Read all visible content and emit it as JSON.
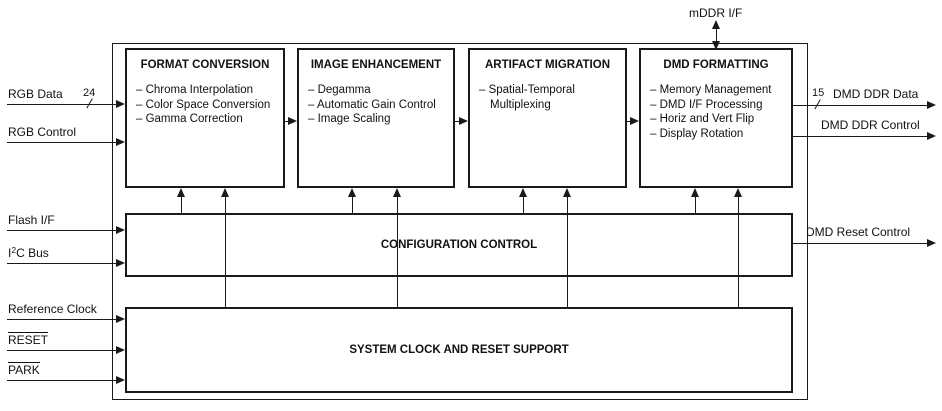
{
  "external": {
    "mddr_label": "mDDR I/F"
  },
  "inputs": {
    "rgb_data": "RGB Data",
    "rgb_data_bus": "24",
    "rgb_control": "RGB Control",
    "flash": "Flash I/F",
    "i2c_pre": "I",
    "i2c_sup": "2",
    "i2c_post": "C Bus",
    "ref_clock": "Reference Clock",
    "reset": "RESET",
    "park": "PARK"
  },
  "outputs": {
    "ddr_data": "DMD DDR Data",
    "ddr_data_bus": "15",
    "ddr_control": "DMD DDR Control",
    "reset_control": "DMD Reset Control"
  },
  "blocks": {
    "format_conversion": {
      "title": "FORMAT CONVERSION",
      "items": [
        "– Chroma Interpolation",
        "– Color Space Conversion",
        "– Gamma Correction"
      ]
    },
    "image_enhancement": {
      "title": "IMAGE ENHANCEMENT",
      "items": [
        "– Degamma",
        "– Automatic Gain Control",
        "– Image Scaling"
      ]
    },
    "artifact_migration": {
      "title": "ARTIFACT MIGRATION",
      "items": [
        "– Spatial-Temporal",
        "Multiplexing"
      ]
    },
    "dmd_formatting": {
      "title": "DMD FORMATTING",
      "items": [
        "– Memory Management",
        "– DMD I/F Processing",
        "– Horiz and Vert Flip",
        "– Display Rotation"
      ]
    },
    "configuration_control": {
      "title": "CONFIGURATION CONTROL"
    },
    "system_clock": {
      "title": "SYSTEM CLOCK AND RESET SUPPORT"
    }
  },
  "colors": {
    "line": "#1a1a1a",
    "background": "#ffffff",
    "text": "#111111"
  }
}
